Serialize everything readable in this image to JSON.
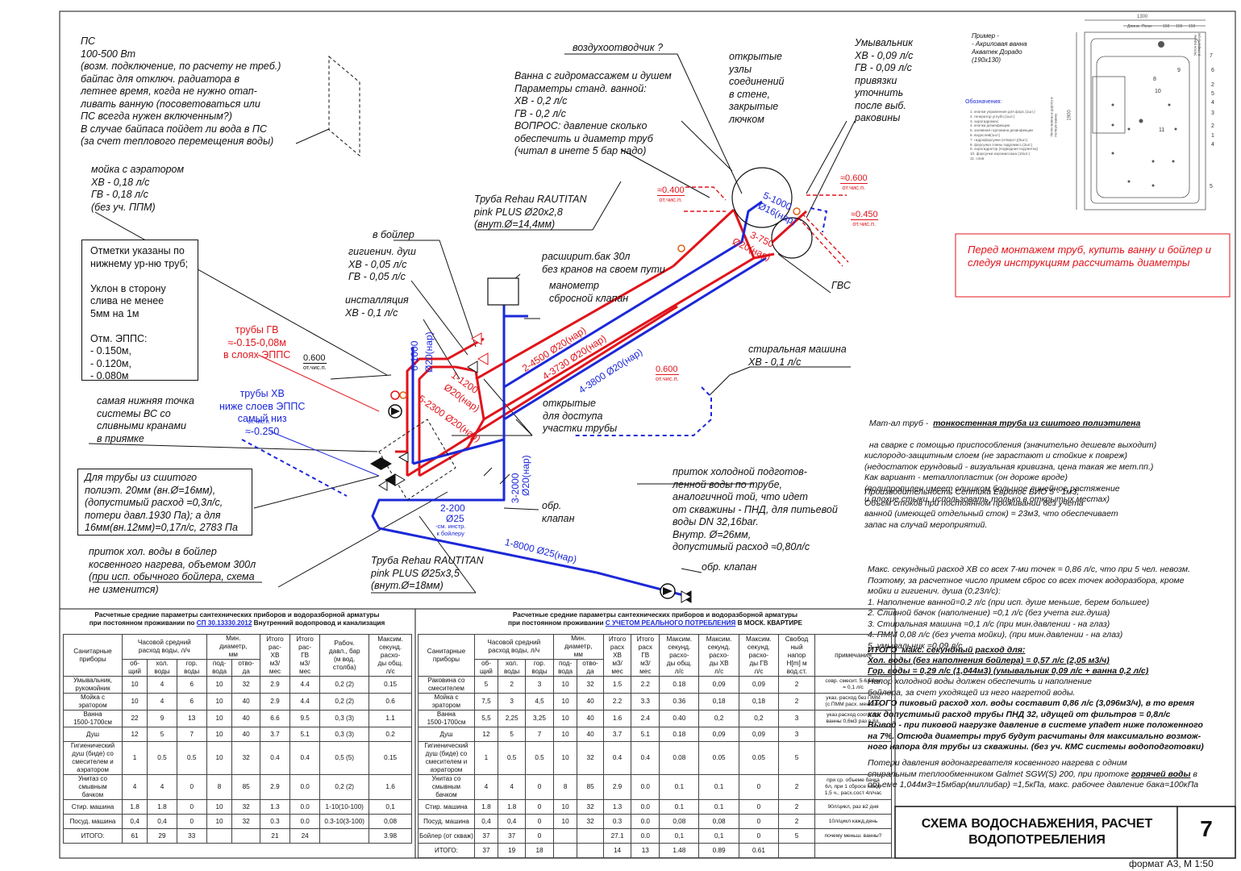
{
  "notes": {
    "ps": "ПС\n100-500 Вт\n(возм. подключение, по расчету не треб.)\nбайпас для отключ. радиатора в\nлетнее время, когда не нужно отап-\nливать ванную (посоветоваться или\nПС всегда нужен включенным?)\nВ случае байпаса пойдет ли вода в ПС\n(за счет теплового перемещения воды)",
    "sink": "мойка с аэратором\nХВ - 0,18 л/с\nГВ - 0,18 л/с\n(без уч. ППМ)",
    "marks_box": "Отметки указаны по\nнижнему ур-ню труб;\n\nУклон в сторону\nслива не менее\n5мм на 1м\n\nОтм. ЭППС:\n- 0.150м,\n- 0.120м,\n- 0.080м",
    "lowest_point": "самая нижняя точка\nсистемы ВС со\nсливными кранами\nв приямке",
    "pex_box": "Для трубы из сшитого\nполиэт. 20мм (вн.Ø=16мм),\n(допустимый расход =0,3л/с,\nпотери давл.1930 Па); а для\n16мм(вн.12мм)=0,17л/с, 2783 Па",
    "cold_inflow": "приток хол. воды в бойлер\nкосвенного нагрева, объемом 300л\n(при исп. обычного бойлера, схема\nне изменится)",
    "rehau25": "Труба Rehau RAUTITAN\npink PLUS Ø25x3,5\n(внут.Ø=18мм)",
    "rehau20": "Труба Rehau RAUTITAN\npink PLUS Ø20x2,8\n(внут.Ø=14,4мм)",
    "to_boiler": "в бойлер",
    "bidet": "гигиенич. душ\nХВ - 0,05 л/с\nГВ - 0,05 л/с",
    "install": "инсталляция\nХВ - 0,1 л/с",
    "exp_tank": "расширит.бак 30л\nбез кранов на своем пути",
    "manometer": "манометр\nсбросной клапан",
    "bath": "Ванна с гидромассажем и душем\nПараметры станд. ванной:\nХВ - 0,2 л/с\nГВ - 0,2 л/с\nВОПРОС: давление сколько\nобеспечить и диаметр труб\n(читал в инете 5 бар надо)",
    "air_vent": "воздухоотводчик ?",
    "open_nodes": "открытые\nузлы\nсоединений\nв стене,\nзакрытые\nлючком",
    "washbasin": "Умывальник\nХВ - 0,09 л/с\nГВ - 0,09 л/с\nпривязки\nуточнить\nпосле выб.\nраковины",
    "gvs": "ГВС",
    "washing": "стиральная машина\nХВ - 0,1 л/с",
    "open_sections": "открытые\nдля доступа\nучастки трубы",
    "check_valve1": "обр.\nклапан",
    "check_valve2": "обр. клапан",
    "cold_supply": "приток холодной подготов-\nленной воды по трубе,\nаналогичной той, что идет\nот скважины - ПНД, для питьевой\nводы DN 32,16bar.\nВнутр. Ø=26мм,\nдопустимый расход ≈0,80л/с",
    "pipes_gv": "трубы ГВ\n≈-0.15-0,08м\nв слоях ЭППС",
    "pipes_hv": "трубы ХВ\nниже слоев ЭППС\nсамый низ\n≈-0.250",
    "warning": "Перед монтажем труб, купить ванну и бойлер и\nследуя инструкциям рассчитать диаметры",
    "material_title": "Мат-ал труб -  ",
    "material_title_u": "тонкостенная труба из сшитого полиэтилена",
    "material": "на сварке с помощью приспособления (значительно дешевле выходит)\nкислородо-защитным слоем (не зарастают и стойкие к повреж)\n(недостаток ерундовый - визуальная кривизна, цена такая же мет.пп.)\nКак вариант - металлопластик (он дороже вроде)\n(полипропилен имеет слишком большое линейное растяжение\nи плохие стыки, использовать только в открытых местах)",
    "septic": "Производительность Септика Евролос БИО 5 - 1м3,\nОбъем стоков при постоянном проживании без учета\nванной (имеющей отдельный сток) = 23м3, что обеспечивает\nзапас на случай мероприятий.",
    "calc": "Макс. секундный расход ХВ со всех 7-ми точек = 0,86 л/с, что при 5 чел. невозм.\nПоэтому, за расчетное число примем сброс со всех точек водоразбора, кроме\nмойки и гигиенич. душа (0,23л/с):\n1. Наполнение ванной=0.2 л/с (при исп. душе меньше, берем большее)\n2. Сливной бачок (наполнение) =0,1 л/с (без учета гиг.душа)\n3. Стиральная машина =0,1 л/с (при мин.давлении - на глаз)\n4. ПММ 0,08 л/с (без учета мойки), (при мин.давлении - на глаз)\n5. умывальник =0,09 л/с",
    "total_title": "ИТОГО  макс. секундный расход для:",
    "total_cold": "Хол. воды (без наполнения бойлера) = 0,57 л/с (2,05 м3/ч)",
    "total_hot": "Гор. воды = 0,29 л/с (1,044м3) (умывальник 0,09 л/с + ванна 0,2 л/с)",
    "total_note": "Напор холодной воды должен обеспечить и наполнение\nбойлера, за счет уходящей из него нагретой воды.",
    "peak": "ИТОГО пиковый расход хол. воды составит 0,86 л/с (3,096м3/ч), в то время\nкак допустимый расход трубы ПНД 32, идущей от фильтров = 0,8л/с\nВывод - при пиковой нагрузке давление в системе упадет ниже положенного\nна 7%. Отсюда диаметры труб будут расчитаны для максимально возмож-\nного напора для трубы из скважины. (без уч. КМС системы водоподготовки)",
    "boiler_loss": "Потери давления водонагревателя косвенного нагрева с одним\nспиральным теплообменником Galmet SGW(S) 200, при протоке ",
    "boiler_loss_u": "горячей воды",
    "boiler_loss2": " в\nобъеме 1,044м3=15мбар(миллибар) =1,5кПа, макс. рабочее давление бака=100кПа",
    "example": "Пример -\n- Акриловая ванна\nАкватек Дорадо\n(190x130)",
    "legend_title": "Обозначения:",
    "legend": "1. кнопки управления для форс.(1шт.)\n2. генератор углубл.(1шт.)\n3. аэрогидромас.\n4. кнопка дезинфекции\n5. заливная горловина дезинфекции\n6. водослив(1шт.)\n7. гидрофорсунки (отверст.)(6шт.)\n8. форсунка спины гидромасс.(2шт.)\n9. аэрогидратор (подводная подсветка)\n10. форсунки аэромассажа (10шт.)\n11. слив"
  },
  "levels": {
    "l0400": "≈0.400",
    "l0600": "≈0.600",
    "l0450": "≈0.450",
    "l0600b": "0.600",
    "l0600c": "0.600",
    "l0250": "≈-0.250",
    "sub": "от.чис.п.",
    "sub2": "от.чис.п."
  },
  "pipe_labels": {
    "p6": "6-1000",
    "p6d": "Ø20(нар)",
    "p1": "1-1200",
    "p1d": "Ø20(нар)",
    "p5": "5-2300 Ø20(нар)",
    "p2": "2-4500 Ø20(нар)",
    "p4a": "4-3730 Ø20(нар)",
    "p4b": "4-3800 Ø20(нар)",
    "p5b": "5-1000",
    "p5bd": "Ø16(нар)",
    "p3": "3-750",
    "p3d": "Ø20(нар)",
    "p3c": "3-2000",
    "p3cd": "Ø20(нар)",
    "p2b": "2-200",
    "p2bd": "Ø25",
    "p2bn": "-см. инстр.\nк бойлеру",
    "p1b": "1-8000 Ø25(нар)"
  },
  "bath_dims": {
    "w": "1300",
    "h": "1900",
    "d1": "Длина",
    "d2": "Пени",
    "d3": "150",
    "d4": "150",
    "d5": "150",
    "side": "Уклон ванны в дорогу в\nполную ванну",
    "side2": "Уклон ванны\nв стиральную"
  },
  "bath_nums": [
    "7",
    "9",
    "6",
    "5",
    "4",
    "3",
    "2",
    "1",
    "2",
    "4",
    "10",
    "11",
    "8",
    "5"
  ],
  "table1": {
    "title1": "Расчетные средние параметры сантехнических приборов и водоразборной арматуры",
    "title2a": "при постоянном проживании по ",
    "title2b": "СП 30.13330.2012",
    "title2c": " Внутренний водопровод и канализация",
    "h_device": "Санитарные\nприборы",
    "h_hourly": "Часовой средний\nрасход воды, л/ч",
    "h_total": "об-\nщий",
    "h_cold": "хол.\nводы",
    "h_hot": "гор.\nводы",
    "h_diam": "Мин.\nдиаметр,\nмм",
    "h_in": "под-\nвода",
    "h_out": "отво-\nда",
    "h_hv": "Итого\nрас-\nХВ\nм3/\nмес",
    "h_gv": "Итого\nрас-\nГВ\nм3/\nмес",
    "h_pres": "Рабоч.\nдавл., бар\n(м вод.\nстолба)",
    "h_max": "Максим.\nсекунд.\nрасхо-\nды общ.\nл/с",
    "rows": [
      [
        "Умывальник,\nрукомойник",
        "10",
        "4",
        "6",
        "10",
        "32",
        "2.9",
        "4.4",
        "0,2 (2)",
        "0.15"
      ],
      [
        "Мойка с\nэратором",
        "10",
        "4",
        "6",
        "10",
        "40",
        "2.9",
        "4.4",
        "0,2 (2)",
        "0.6"
      ],
      [
        "Ванна\n1500-1700см",
        "22",
        "9",
        "13",
        "10",
        "40",
        "6.6",
        "9.5",
        "0,3 (3)",
        "1.1"
      ],
      [
        "Душ",
        "12",
        "5",
        "7",
        "10",
        "40",
        "3.7",
        "5.1",
        "0,3 (3)",
        "0.2"
      ],
      [
        "Гигиенический\nдуш (биде) со\nсмесителем и\nаэратором",
        "1",
        "0.5",
        "0.5",
        "10",
        "32",
        "0.4",
        "0.4",
        "0,5 (5)",
        "0.15"
      ],
      [
        "Унитаз со\nсмывным\nбачком",
        "4",
        "4",
        "0",
        "8",
        "85",
        "2.9",
        "0.0",
        "0,2 (2)",
        "1.6"
      ],
      [
        "Стир. машина",
        "1.8",
        "1.8",
        "0",
        "10",
        "32",
        "1.3",
        "0.0",
        "1-10(10-100)",
        "0,1"
      ],
      [
        "Посуд. машина",
        "0,4",
        "0,4",
        "0",
        "10",
        "32",
        "0.3",
        "0.0",
        "0.3-10(3-100)",
        "0,08"
      ],
      [
        "ИТОГО:",
        "61",
        "29",
        "33",
        "",
        "",
        "21",
        "24",
        "",
        "3.98"
      ]
    ]
  },
  "table2": {
    "title1": "Расчетные средние параметры сантехнических приборов и водоразборной арматуры",
    "title2a": "при постоянном проживании ",
    "title2b": "С УЧЕТОМ  РЕАЛЬНОГО ПОТРЕБЛЕНИЯ",
    "title2c": " В МОСК. КВАРТИРЕ",
    "h_device": "Санитарные\nприборы",
    "h_hourly": "Часовой средний\nрасход воды, л/ч",
    "h_total": "об-\nщий",
    "h_cold": "хол.\nводы",
    "h_hot": "гор.\nводы",
    "h_diam": "Мин.\nдиаметр,\nмм",
    "h_in": "под-\nвода",
    "h_out": "отво-\nда",
    "h_hv": "Итого\nрасх\nХВ\nм3/\nмес",
    "h_gv": "Итого\nрасх\nГВ\nм3/\nмес",
    "h_max1": "Максим.\nсекунд.\nрасхо-\nды общ.\nл/с",
    "h_max2": "Максим.\nсекунд.\nрасхо-\nды ХВ\nл/с",
    "h_max3": "Максим.\nсекунд.\nрасхо-\nды ГВ\nл/с",
    "h_free": "Свобод\nный\nнапор\nH[m] м\nвод.ст.",
    "h_note": "примечания",
    "rows": [
      [
        "Раковина со\nсмесителем",
        "5",
        "2",
        "3",
        "10",
        "32",
        "1.5",
        "2.2",
        "0.18",
        "0,09",
        "0,09",
        "2",
        "совр. смесит. 5-6л/мин\n= 0,1 л/с"
      ],
      [
        "Мойка с\nэратором",
        "7,5",
        "3",
        "4,5",
        "10",
        "40",
        "2.2",
        "3.3",
        "0.36",
        "0,18",
        "0,18",
        "2",
        "указ. расход без ПММ\n(с ПММ расх. меньше)"
      ],
      [
        "Ванна\n1500-1700см",
        "5,5",
        "2,25",
        "3,25",
        "10",
        "40",
        "1.6",
        "2.4",
        "0.40",
        "0,2",
        "0,2",
        "3",
        "указ.расход соотв.пр.\nванны 0,6м3 раз в 8д."
      ],
      [
        "Душ",
        "12",
        "5",
        "7",
        "10",
        "40",
        "3.7",
        "5.1",
        "0.18",
        "0,09",
        "0,09",
        "3",
        ""
      ],
      [
        "Гигиенический\nдуш (биде) со\nсмесителем и\nаэратором",
        "1",
        "0.5",
        "0.5",
        "10",
        "32",
        "0.4",
        "0.4",
        "0.08",
        "0.05",
        "0.05",
        "5",
        ""
      ],
      [
        "Унитаз со\nсмывным\nбачком",
        "4",
        "4",
        "0",
        "8",
        "85",
        "2.9",
        "0.0",
        "0.1",
        "0.1",
        "0",
        "2",
        "при ср. объеме бачка\n6л, при 1 сбросе кажд.\n1,5 ч., расх.сост 4л/час"
      ],
      [
        "Стир. машина",
        "1.8",
        "1.8",
        "0",
        "10",
        "32",
        "1.3",
        "0.0",
        "0.1",
        "0.1",
        "0",
        "2",
        "90л/цикл, раз в2 дня"
      ],
      [
        "Посуд. машина",
        "0,4",
        "0,4",
        "0",
        "10",
        "32",
        "0.3",
        "0.0",
        "0,08",
        "0,08",
        "0",
        "2",
        "10л/цикл кажд.день"
      ],
      [
        "Бойлер (от скваж)",
        "37",
        "37",
        "0",
        "",
        "",
        "27.1",
        "0.0",
        "0,1",
        "0,1",
        "0",
        "5",
        "почему меньш. ванны?"
      ],
      [
        "ИТОГО:",
        "37",
        "19",
        "18",
        "",
        "",
        "14",
        "13",
        "1.48",
        "0.89",
        "0.61",
        "",
        ""
      ]
    ]
  },
  "stamp": {
    "title": "СХЕМА ВОДОСНАБЖЕНИЯ, РАСЧЕТ\nВОДОПОТРЕБЛЕНИЯ",
    "sheet": "7",
    "format": "формат А3, М 1:50"
  },
  "colors": {
    "hot": "#e0141b",
    "cold": "#1c28d8",
    "ink": "#111111"
  }
}
